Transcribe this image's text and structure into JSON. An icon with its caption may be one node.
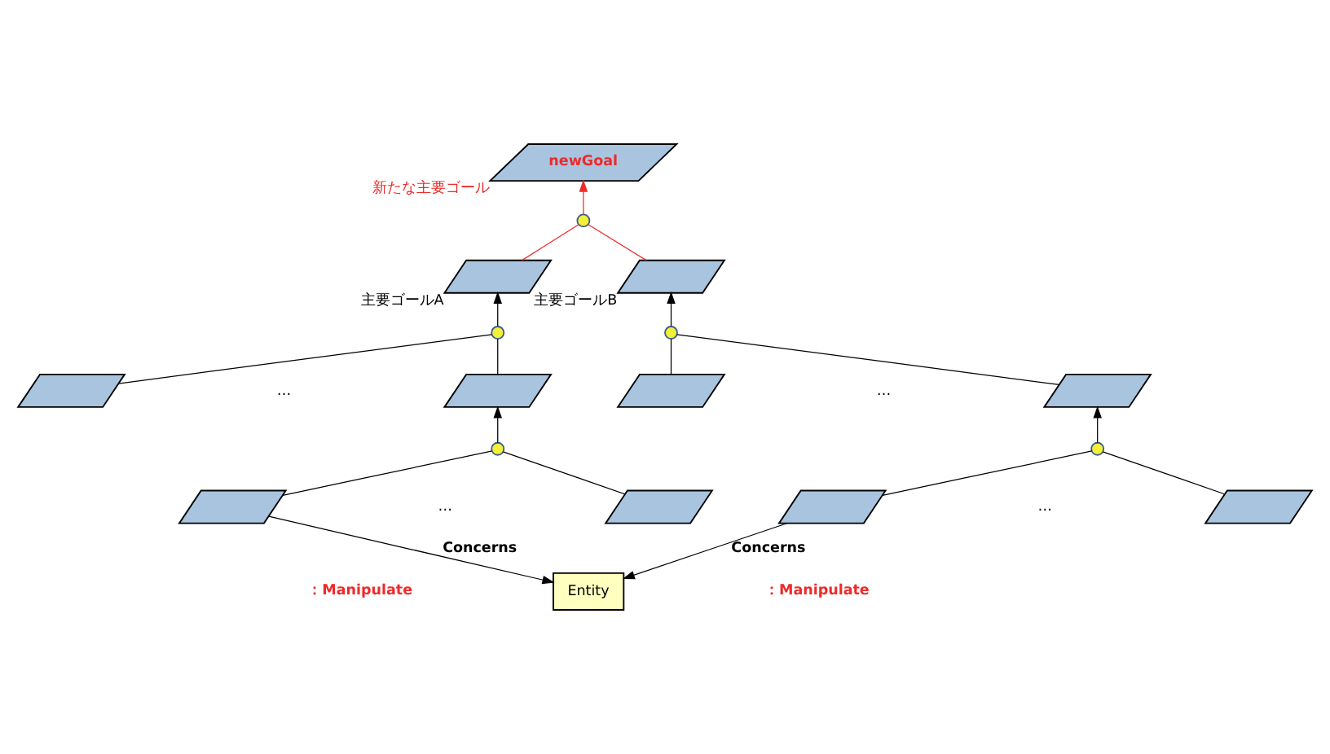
{
  "diagram": {
    "nodes": [
      {
        "text": [
          "newGoal"
        ],
        "beside": [
          "新たな主要ゴール"
        ]
      },
      {
        "text": [],
        "shape": "circle"
      },
      {
        "text": [],
        "shape": "parallelogram",
        "beside": [
          "主要ゴールA"
        ]
      },
      {
        "text": [],
        "shape": "parallelogram",
        "beside": [
          "主要ゴールB"
        ]
      },
      {
        "text": [],
        "shape": "circle"
      },
      {
        "text": [],
        "shape": "parallelogram"
      },
      {
        "text": [],
        "shape": "parallelogram"
      },
      {
        "text": [],
        "shape": "circle"
      },
      {
        "text": [],
        "shape": "parallelogram"
      },
      {
        "text": [],
        "shape": "parallelogram"
      },
      {
        "text": [],
        "shape": "circle"
      },
      {
        "text": [],
        "shape": "parallelogram"
      },
      {
        "text": [],
        "shape": "parallelogram"
      },
      {
        "text": [],
        "shape": "circle"
      },
      {
        "text": [],
        "shape": "parallelogram"
      },
      {
        "text": [],
        "shape": "parallelogram"
      },
      {
        "text": [
          "Entity"
        ]
      }
    ],
    "edges": [
      {
        "from": 1,
        "to": 0,
        "arrow": "to",
        "color": "#ee2a2a"
      },
      {
        "from": 2,
        "to": 1,
        "arrow": "none",
        "color": "#ee2a2a"
      },
      {
        "from": 3,
        "to": 1,
        "arrow": "none",
        "color": "#ee2a2a"
      },
      {
        "from": 4,
        "to": 2,
        "arrow": "to"
      },
      {
        "from": 5,
        "to": 4,
        "arrow": "none"
      },
      {
        "from": 6,
        "to": 4,
        "arrow": "none"
      },
      {
        "from": 7,
        "to": 6,
        "arrow": "to"
      },
      {
        "from": 8,
        "to": 7,
        "arrow": "none"
      },
      {
        "from": 9,
        "to": 7,
        "arrow": "none"
      },
      {
        "from": 10,
        "to": 3,
        "arrow": "to"
      },
      {
        "from": 11,
        "to": 10,
        "arrow": "none"
      },
      {
        "from": 12,
        "to": 10,
        "arrow": "none"
      },
      {
        "from": 13,
        "to": 12,
        "arrow": "to"
      },
      {
        "from": 14,
        "to": 13,
        "arrow": "none"
      },
      {
        "from": 15,
        "to": 13,
        "arrow": "none"
      },
      {
        "from": 8,
        "to": 16,
        "arrow": "to",
        "label": "Concerns"
      },
      {
        "from": 14,
        "to": 16,
        "arrow": "to",
        "label": "Concerns"
      }
    ],
    "labels": [
      "…",
      "…",
      "…",
      "…",
      "：Manipulate",
      "：Manipulate"
    ]
  }
}
